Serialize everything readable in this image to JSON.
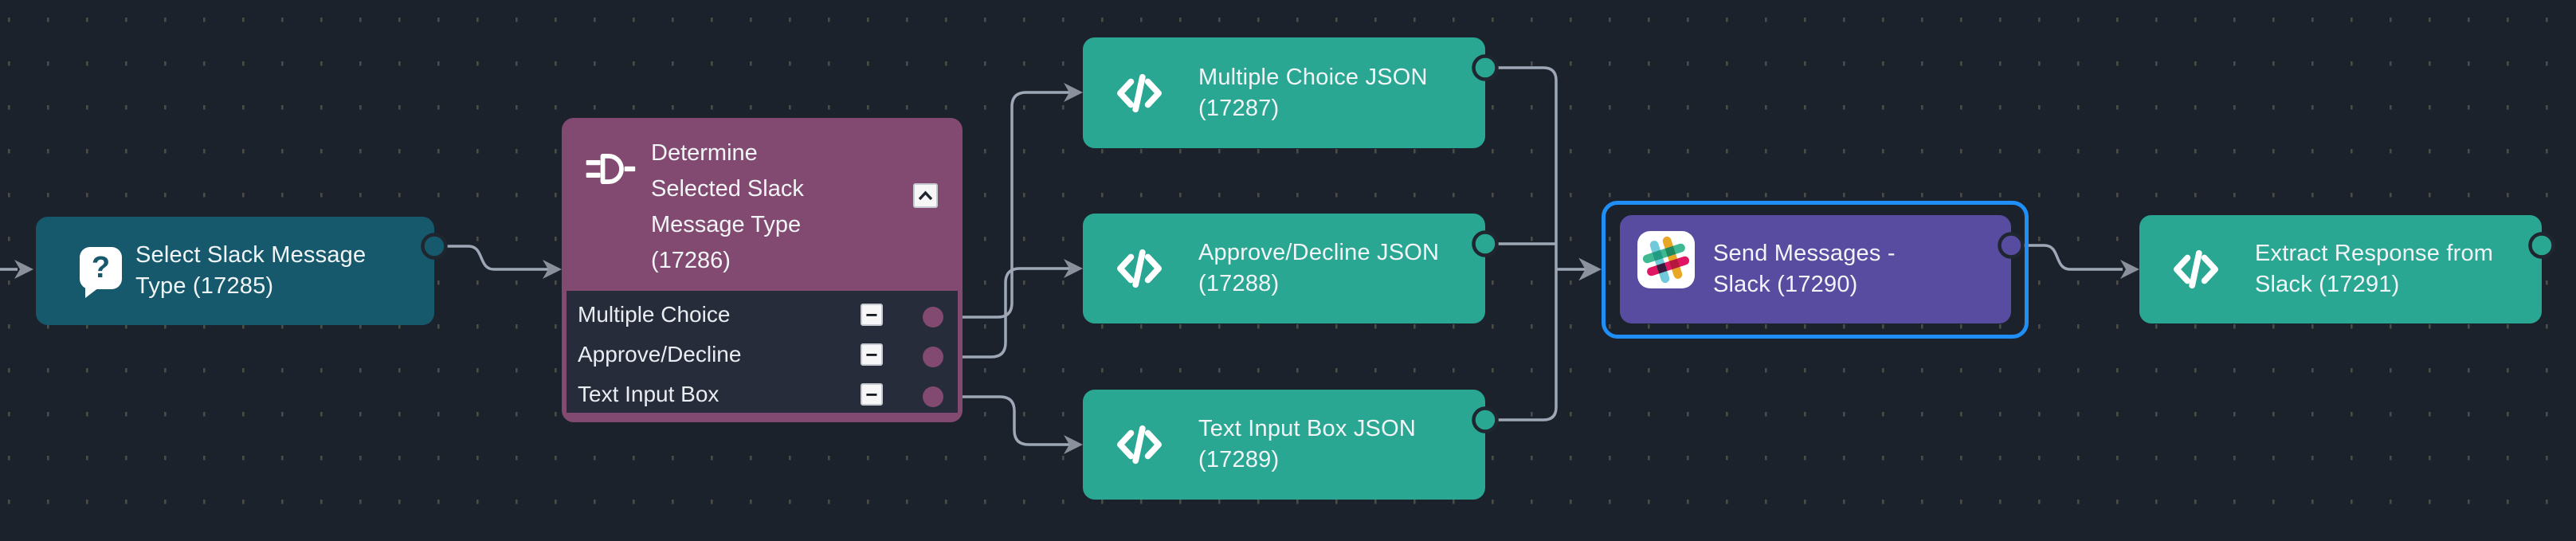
{
  "canvas": {
    "background_color": "#1C222C",
    "grid_dot_color": "#55534B",
    "wire_color": "#9DA7B5",
    "arrowhead_color": "#8A919D",
    "selection_border_color": "#1F8FF7"
  },
  "colors": {
    "node_select": "#17596C",
    "node_branch_header": "#824A71",
    "node_branch_body": "#262C3A",
    "node_code": "#2AA793",
    "node_slack": "#574CA0",
    "slack_logo": {
      "blue": "#70CADB",
      "yellow": "#E8A724",
      "green": "#3EB991",
      "pink": "#E01563",
      "overlap_blue_green": "#209C84",
      "overlap_yellow_green": "#1F8A60",
      "overlap_blue_pink": "#3A1A3C",
      "overlap_yellow_pink": "#B5173F"
    }
  },
  "icons": {
    "node_select": "question-bubble-icon",
    "node_branch": "plug-icon",
    "node_code": "code-brackets-icon",
    "node_slack": "slack-hash-icon",
    "collapse": "chevron-up-icon"
  },
  "glyphs": {
    "question": "?",
    "minus": "−"
  },
  "nodes": {
    "select_slack_message_type": {
      "lines": [
        "Select Slack Message",
        "Type (17285)"
      ]
    },
    "determine_selected_slack_message_type": {
      "lines": [
        "Determine",
        "Selected Slack",
        "Message Type",
        "(17286)"
      ],
      "outputs": [
        "Multiple Choice",
        "Approve/Decline",
        "Text Input Box"
      ]
    },
    "multiple_choice_json": {
      "lines": [
        "Multiple Choice JSON",
        "(17287)"
      ]
    },
    "approve_decline_json": {
      "lines": [
        "Approve/Decline JSON",
        "(17288)"
      ]
    },
    "text_input_box_json": {
      "lines": [
        "Text Input Box JSON",
        "(17289)"
      ]
    },
    "send_messages_slack": {
      "lines": [
        "Send Messages -",
        "Slack (17290)"
      ],
      "selected": "true"
    },
    "extract_response_from_slack": {
      "lines": [
        "Extract Response from",
        "Slack (17291)"
      ]
    }
  }
}
